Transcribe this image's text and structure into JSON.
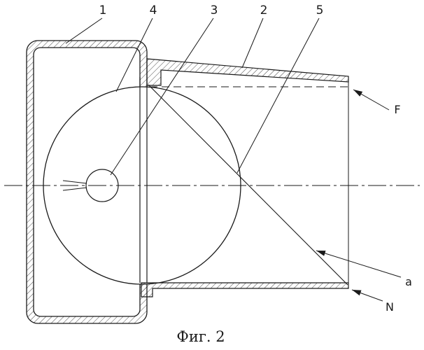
{
  "figure": {
    "caption": "Фиг. 2",
    "line_color": "#1a1a1a",
    "background": "#ffffff"
  },
  "callouts": {
    "n1": "1",
    "n4": "4",
    "n3": "3",
    "n2": "2",
    "n5": "5"
  },
  "annotations": {
    "focal": "F",
    "angle": "a",
    "normal": "N"
  }
}
